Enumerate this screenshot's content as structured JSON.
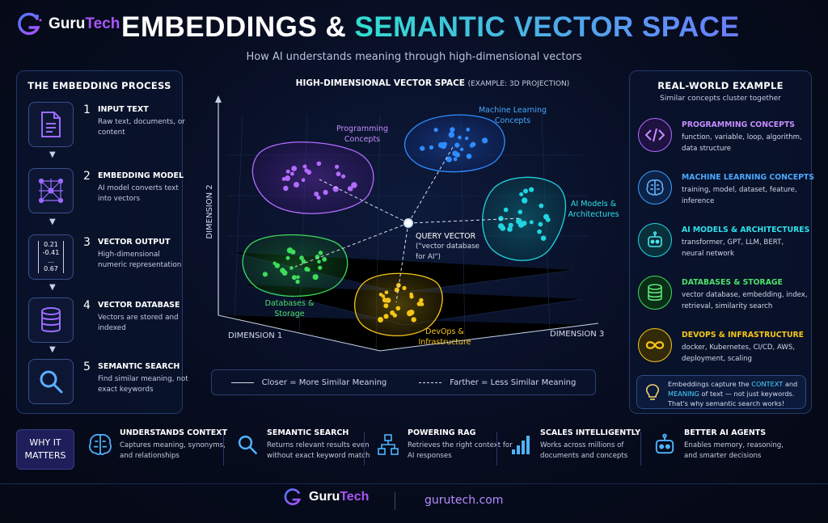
{
  "brand": {
    "name_a": "Guru",
    "name_b": "Tech",
    "url": "gurutech.com"
  },
  "header": {
    "title_a": "EMBEDDINGS &",
    "title_b": "SEMANTIC VECTOR SPACE",
    "subtitle": "How AI understands meaning through high-dimensional vectors"
  },
  "left": {
    "title": "THE EMBEDDING PROCESS",
    "steps": [
      {
        "num": "1",
        "title": "INPUT TEXT",
        "desc": "Raw text, documents, or content",
        "icon": "document-icon"
      },
      {
        "num": "2",
        "title": "EMBEDDING MODEL",
        "desc": "AI model converts text into vectors",
        "icon": "network-icon"
      },
      {
        "num": "3",
        "title": "VECTOR OUTPUT",
        "desc": "High-dimensional numeric representation",
        "icon": "vector-icon",
        "vector": [
          "0.21",
          "-0.41",
          "...",
          "0.67"
        ]
      },
      {
        "num": "4",
        "title": "VECTOR DATABASE",
        "desc": "Vectors are stored and indexed",
        "icon": "database-icon"
      },
      {
        "num": "5",
        "title": "SEMANTIC SEARCH",
        "desc": "Find similar meaning, not exact keywords",
        "icon": "search-icon"
      }
    ]
  },
  "center": {
    "title": "HIGH-DIMENSIONAL VECTOR SPACE",
    "title_note": "(EXAMPLE: 3D PROJECTION)",
    "axes": {
      "x": "DIMENSION 1",
      "y": "DIMENSION 2",
      "z": "DIMENSION 3"
    },
    "query": {
      "title": "QUERY VECTOR",
      "text": "(\"vector database for AI\")"
    },
    "clusters": [
      {
        "name": "Programming Concepts",
        "color": "#b36bff"
      },
      {
        "name": "Machine Learning Concepts",
        "color": "#2f8cff"
      },
      {
        "name": "AI Models & Architectures",
        "color": "#21d4e0"
      },
      {
        "name": "Databases & Storage",
        "color": "#3ddc5a"
      },
      {
        "name": "DevOps & Infrastructure",
        "color": "#f5c518"
      }
    ],
    "legend": {
      "solid": "Closer = More Similar Meaning",
      "dashed": "Farther = Less Similar Meaning"
    }
  },
  "right": {
    "title": "REAL-WORLD EXAMPLE",
    "subtitle": "Similar concepts cluster together",
    "items": [
      {
        "title": "PROGRAMMING CONCEPTS",
        "desc": "function, variable, loop, algorithm, data structure",
        "color": "#b36bff",
        "icon": "code-icon"
      },
      {
        "title": "MACHINE LEARNING CONCEPTS",
        "desc": "training, model, dataset, feature, inference",
        "color": "#3aa0ff",
        "icon": "brain-icon"
      },
      {
        "title": "AI MODELS & ARCHITECTURES",
        "desc": "transformer, GPT, LLM, BERT, neural network",
        "color": "#21d4e0",
        "icon": "robot-icon"
      },
      {
        "title": "DATABASES & STORAGE",
        "desc": "vector database, embedding, index, retrieval, similarity search",
        "color": "#3ddc5a",
        "icon": "database-icon"
      },
      {
        "title": "DEVOPS & INFRASTRUCTURE",
        "desc": "docker, Kubernetes, CI/CD, AWS, deployment, scaling",
        "color": "#f5c518",
        "icon": "infinity-icon"
      }
    ],
    "tip": {
      "a": "Embeddings capture the",
      "b": "CONTEXT",
      "c": "and",
      "d": "MEANING",
      "e": "of text — not just keywords. That's why semantic search works!"
    }
  },
  "bottom": {
    "why": "WHY IT MATTERS",
    "benefits": [
      {
        "title": "UNDERSTANDS CONTEXT",
        "desc": "Captures meaning, synonyms, and relationships",
        "icon": "brain-icon"
      },
      {
        "title": "SEMANTIC SEARCH",
        "desc": "Returns relevant results even without exact keyword match",
        "icon": "search-icon"
      },
      {
        "title": "POWERING RAG",
        "desc": "Retrieves the right context for AI responses",
        "icon": "flow-icon"
      },
      {
        "title": "SCALES INTELLIGENTLY",
        "desc": "Works across millions of documents and concepts",
        "icon": "bars-icon"
      },
      {
        "title": "BETTER AI AGENTS",
        "desc": "Enables memory, reasoning, and smarter decisions",
        "icon": "robot-icon"
      }
    ]
  }
}
